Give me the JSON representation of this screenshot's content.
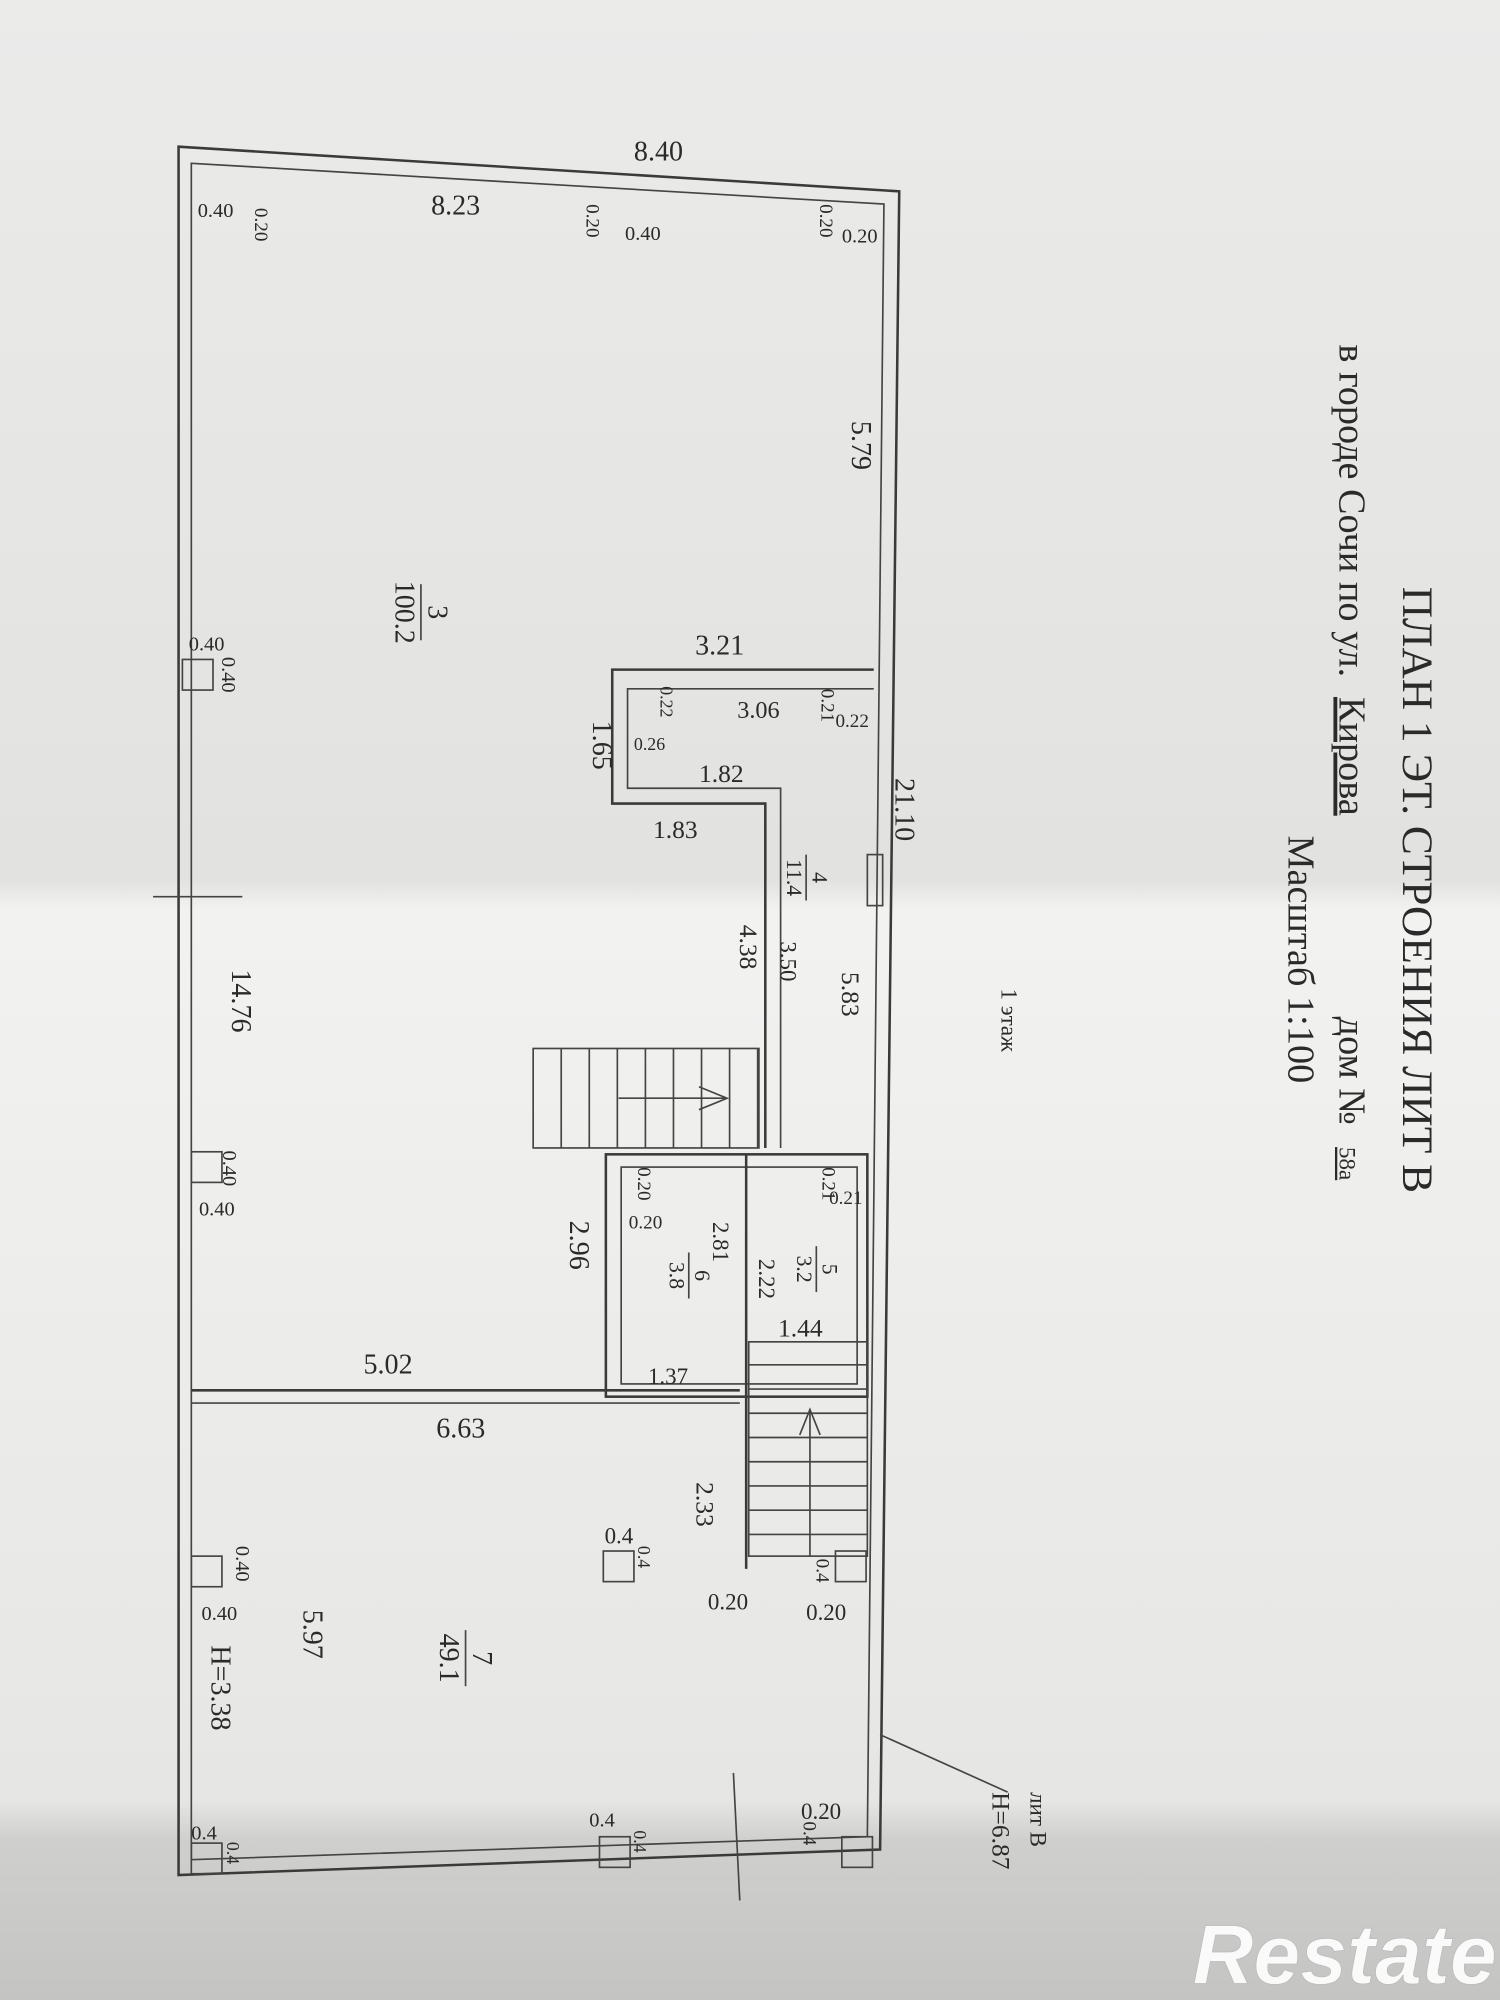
{
  "title": {
    "line1": "ПЛАН 1 ЭТ. СТРОЕНИЯ ЛИТ В",
    "line2_prefix": "в городе Сочи по ул.",
    "street": "Кирова",
    "house_label": "дом №",
    "house_number": "58а",
    "scale": "Масштаб 1:100"
  },
  "floor_label": "1 этаж",
  "lit_label": "лит В",
  "lit_height": "Н=6.87",
  "room_height": "Н=3.38",
  "rooms": [
    {
      "number": "3",
      "area": "100.2"
    },
    {
      "number": "4",
      "area": "11.4"
    },
    {
      "number": "5",
      "area": "3.2"
    },
    {
      "number": "6",
      "area": "3.8"
    },
    {
      "number": "7",
      "area": "49.1"
    }
  ],
  "dimensions": [
    "8.40",
    "8.23",
    "0.40",
    "0.20",
    "0.20",
    "0.40",
    "0.20",
    "0.20",
    "5.79",
    "21.10",
    "3.21",
    "3.06",
    "0.21",
    "0.22",
    "0.22",
    "0.26",
    "1.65",
    "1.82",
    "1.83",
    "4.38",
    "3.50",
    "5.83",
    "14.76",
    "0.40",
    "0.40",
    "0.40",
    "0.40",
    "2.96",
    "0.21",
    "0.21",
    "0.20",
    "0.20",
    "2.81",
    "2.22",
    "1.44",
    "5.02",
    "1.37",
    "6.63",
    "2.33",
    "0.4",
    "0.4",
    "0.20",
    "0.4",
    "0.20",
    "0.40",
    "0.40",
    "5.97",
    "0.20",
    "0.4",
    "0.4",
    "0.4",
    "0.4",
    "0.4"
  ],
  "watermark": "Restate"
}
